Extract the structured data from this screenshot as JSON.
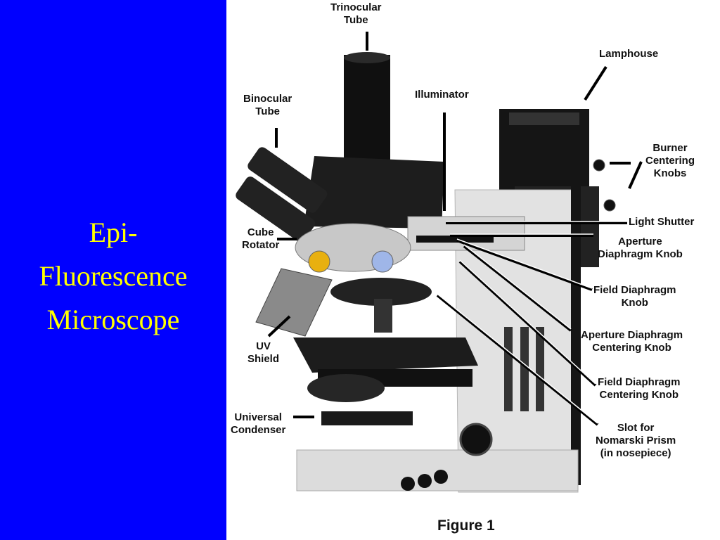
{
  "slide": {
    "title_lines": [
      "Epi-",
      "Fluorescence",
      "Microscope"
    ],
    "colors": {
      "background": "#0000ff",
      "title": "#ffff00"
    }
  },
  "figure": {
    "caption": "Figure 1",
    "labels": {
      "trinocular_tube": [
        "Trinocular",
        "Tube"
      ],
      "lamphouse": [
        "Lamphouse"
      ],
      "binocular_tube": [
        "Binocular",
        "Tube"
      ],
      "illuminator": [
        "Illuminator"
      ],
      "burner_centering_knobs": [
        "Burner",
        "Centering",
        "Knobs"
      ],
      "light_shutter": [
        "Light Shutter"
      ],
      "cube_rotator": [
        "Cube",
        "Rotator"
      ],
      "aperture_diaphragm_knob": [
        "Aperture",
        "Diaphragm Knob"
      ],
      "field_diaphragm_knob": [
        "Field Diaphragm",
        "Knob"
      ],
      "uv_shield": [
        "UV",
        "Shield"
      ],
      "aperture_diaphragm_centering_knob": [
        "Aperture Diaphragm",
        "Centering Knob"
      ],
      "field_diaphragm_centering_knob": [
        "Field Diaphragm",
        "Centering Knob"
      ],
      "universal_condenser": [
        "Universal",
        "Condenser"
      ],
      "slot_for_nomarski_prism": [
        "Slot for",
        "Nomarski Prism",
        "(in nosepiece)"
      ]
    }
  }
}
